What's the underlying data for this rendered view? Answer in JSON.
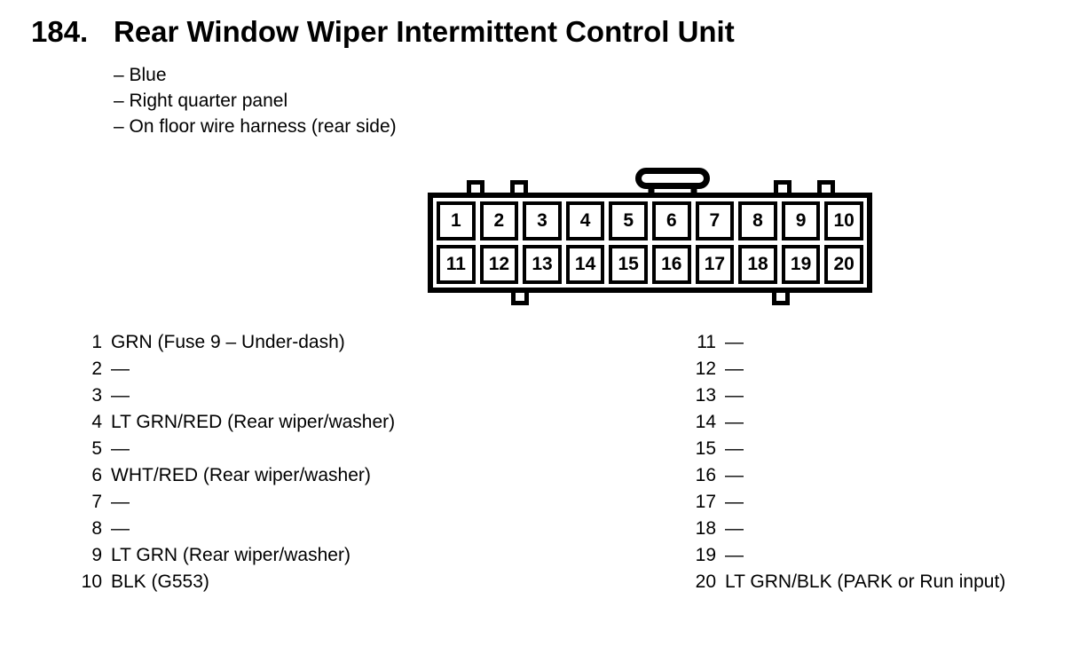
{
  "page": {
    "section_number": "184.",
    "title": "Rear Window Wiper Intermittent Control Unit",
    "details": [
      "– Blue",
      "– Right quarter panel",
      "– On floor wire harness (rear side)"
    ]
  },
  "connector": {
    "cells": [
      "1",
      "2",
      "3",
      "4",
      "5",
      "6",
      "7",
      "8",
      "9",
      "10",
      "11",
      "12",
      "13",
      "14",
      "15",
      "16",
      "17",
      "18",
      "19",
      "20"
    ]
  },
  "pins": {
    "left": [
      {
        "num": "1",
        "label": "GRN (Fuse 9 – Under-dash)"
      },
      {
        "num": "2",
        "label": "—"
      },
      {
        "num": "3",
        "label": "—"
      },
      {
        "num": "4",
        "label": "LT GRN/RED (Rear wiper/washer)"
      },
      {
        "num": "5",
        "label": "—"
      },
      {
        "num": "6",
        "label": "WHT/RED (Rear wiper/washer)"
      },
      {
        "num": "7",
        "label": "—"
      },
      {
        "num": "8",
        "label": "—"
      },
      {
        "num": "9",
        "label": "LT GRN (Rear wiper/washer)"
      },
      {
        "num": "10",
        "label": "BLK (G553)"
      }
    ],
    "right": [
      {
        "num": "11",
        "label": "—"
      },
      {
        "num": "12",
        "label": "—"
      },
      {
        "num": "13",
        "label": "—"
      },
      {
        "num": "14",
        "label": "—"
      },
      {
        "num": "15",
        "label": "—"
      },
      {
        "num": "16",
        "label": "—"
      },
      {
        "num": "17",
        "label": "—"
      },
      {
        "num": "18",
        "label": "—"
      },
      {
        "num": "19",
        "label": "—"
      },
      {
        "num": "20",
        "label": "LT GRN/BLK (PARK or Run input)"
      }
    ]
  },
  "colors": {
    "ink": "#000000",
    "paper": "#ffffff"
  }
}
